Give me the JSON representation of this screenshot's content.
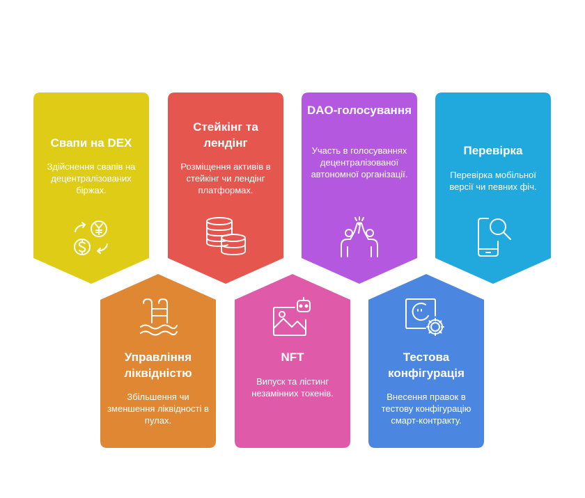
{
  "cards": [
    {
      "title": "Свапи на DEX",
      "desc": "Здійснення свапів на децентралізованих біржах.",
      "color": "#dfcc17",
      "icon": "swap-currency-icon"
    },
    {
      "title": "Стейкінг та лендінг",
      "desc": "Розміщення активів в стейкінг чи лендінг платформах.",
      "color": "#e5564e",
      "icon": "coin-stack-icon"
    },
    {
      "title": "DAO-голосування",
      "desc": "Участь в голосуваннях децентралізованої автономної організації.",
      "color": "#b558e0",
      "icon": "high-five-icon"
    },
    {
      "title": "Перевірка",
      "desc": "Перевірка мобільної версії чи певних фіч.",
      "color": "#21a8dc",
      "icon": "mobile-search-icon"
    },
    {
      "title": "Управління ліквідністю",
      "desc": "Збільшення чи зменшення ліквідності в пулах.",
      "color": "#df8733",
      "icon": "pool-ladder-icon"
    },
    {
      "title": "NFT",
      "desc": "Випуск та лістинг незамінних токенів.",
      "color": "#df5ba9",
      "icon": "image-bot-icon"
    },
    {
      "title": "Тестова конфігурація",
      "desc": "Внесення правок в тестову конфігурацію смарт-контракту.",
      "color": "#4b86e1",
      "icon": "config-gear-icon"
    }
  ]
}
